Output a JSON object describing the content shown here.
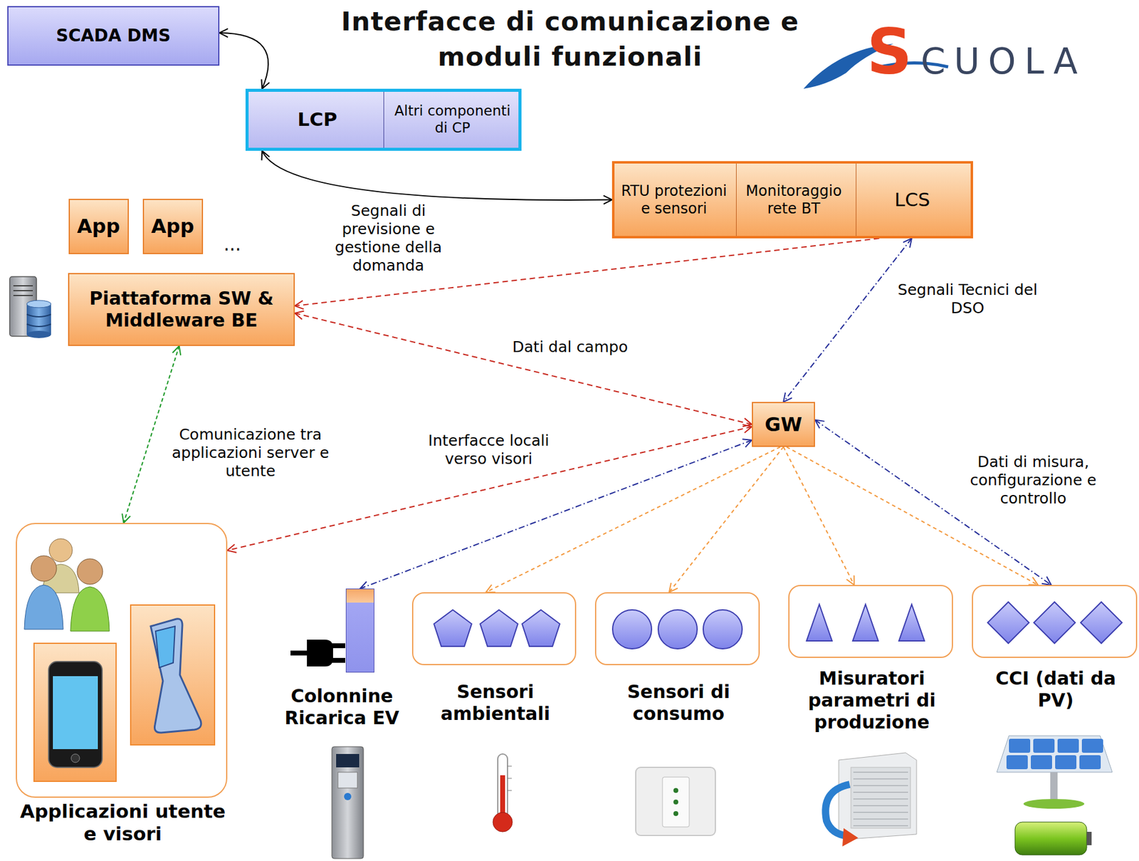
{
  "diagram": {
    "title": "Interfacce di comunicazione e moduli funzionali",
    "nodes": [
      {
        "text": [
          "SCADA DMS"
        ]
      },
      {
        "text": [
          "LCP"
        ]
      },
      {
        "text": [
          "Altri componenti di CP"
        ],
        "in": 1
      },
      {
        "text": [
          "LCS"
        ]
      },
      {
        "text": [
          "RTU protezioni e sensori"
        ],
        "in": 3
      },
      {
        "text": [
          "Monitoraggio rete BT"
        ],
        "in": 3
      },
      {
        "text": [
          "App"
        ]
      },
      {
        "text": [
          "App"
        ]
      },
      {
        "text": [
          "Piattaforma SW & Middleware BE"
        ]
      },
      {
        "text": [
          "GW"
        ]
      },
      {
        "text": [
          "Applicazioni utente e visori"
        ]
      },
      {
        "text": [
          "Colonnine Ricarica EV"
        ]
      },
      {
        "text": [
          "Sensori ambientali"
        ]
      },
      {
        "text": [
          "Sensori di consumo"
        ]
      },
      {
        "text": [
          "Misuratori parametri di produzione"
        ]
      },
      {
        "text": [
          "CCI (dati da PV)"
        ]
      }
    ],
    "edges": [
      {
        "from": 0,
        "to": 1,
        "arrow": "both"
      },
      {
        "from": 1,
        "to": 3,
        "arrow": "both"
      },
      {
        "from": 3,
        "to": 8,
        "label": "Segnali di previsione e gestione della domanda",
        "arrow": "to"
      },
      {
        "from": 3,
        "to": 9,
        "label": "Segnali Tecnici del DSO",
        "arrow": "both"
      },
      {
        "from": 8,
        "to": 9,
        "label": "Dati dal campo",
        "arrow": "both"
      },
      {
        "from": 8,
        "to": 10,
        "label": "Comunicazione tra applicazioni server e utente",
        "arrow": "both"
      },
      {
        "from": 9,
        "to": 10,
        "label": "Interfacce locali verso visori",
        "arrow": "both"
      },
      {
        "from": 9,
        "to": 11,
        "arrow": "both"
      },
      {
        "from": 9,
        "to": 12,
        "arrow": "to"
      },
      {
        "from": 9,
        "to": 13,
        "arrow": "to"
      },
      {
        "from": 9,
        "to": 14,
        "arrow": "to"
      },
      {
        "from": 9,
        "to": 15,
        "arrow": "to"
      },
      {
        "from": 9,
        "to": 15,
        "label": "Dati di misura, configurazione e controllo",
        "arrow": "both"
      }
    ],
    "labels": [
      "...",
      "SCUOLA"
    ]
  }
}
